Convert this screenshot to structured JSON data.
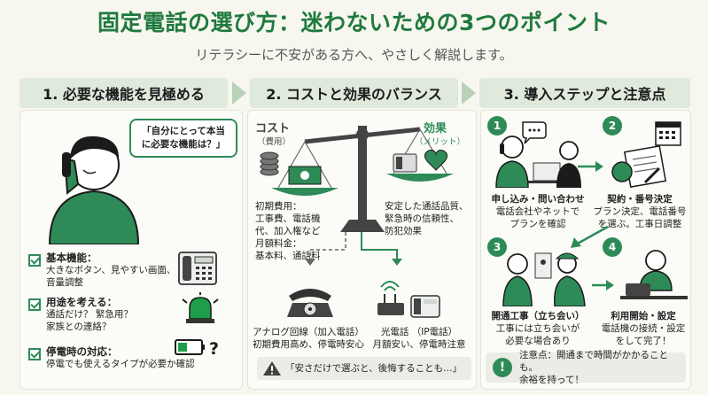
{
  "header": {
    "title": "固定電話の選び方：迷わないための3つのポイント",
    "subtitle": "リテラシーに不安がある方へ、やさしく解説します。"
  },
  "sections": [
    {
      "label": "1. 必要な機能を見極める"
    },
    {
      "label": "2. コストと効果のバランス"
    },
    {
      "label": "3. 導入ステップと注意点"
    }
  ],
  "section1": {
    "bubble_line1": "「自分にとって本当",
    "bubble_line2": "に必要な機能は？」",
    "items": [
      {
        "title": "基本機能：",
        "line1": "大きなボタン、見やすい画面、",
        "line2": "音量調整"
      },
      {
        "title": "用途を考える：",
        "line1": "通話だけ？ 緊急用？",
        "line2": "家族との連絡？"
      },
      {
        "title": "停電時の対応：",
        "line1": "停電でも使えるタイプが必要か確認",
        "line2": ""
      }
    ]
  },
  "section2": {
    "cost_label": "コスト",
    "cost_sub": "（費用）",
    "effect_label": "効果",
    "effect_sub": "（メリット）",
    "cost_lines": [
      "初期費用：",
      "工事費、電話機",
      "代、加入権など",
      "月額料金：",
      "基本料、通話料"
    ],
    "effect_lines": [
      "安定した通話品質、",
      "緊急時の信頼性、",
      "防犯効果"
    ],
    "analog_title": "アナログ回線（加入電話）",
    "analog_desc": "初期費用高め、停電時安心",
    "hikari_title": "光電話 （IP電話）",
    "hikari_desc": "月額安い、停電時注意",
    "warning": "「安さだけで選ぶと、後悔することも…」"
  },
  "section3": {
    "steps": [
      {
        "num": "1",
        "title": "申し込み・問い合わせ",
        "line1": "電話会社やネットで",
        "line2": "プランを確認"
      },
      {
        "num": "2",
        "title": "契約・番号決定",
        "line1": "プラン決定、電話番号",
        "line2": "を選ぶ。工事日調整"
      },
      {
        "num": "3",
        "title": "開通工事（立ち会い）",
        "line1": "工事には立ち会いが",
        "line2": "必要な場合あり"
      },
      {
        "num": "4",
        "title": "利用開始・設定",
        "line1": "電話機の接続・設定",
        "line2": "をして完了！"
      }
    ],
    "note_line1": "注意点：開通まで時間がかかることも。",
    "note_line2": "余裕を持って！"
  },
  "colors": {
    "accent": "#2e8b57",
    "title": "#1f7a3e",
    "header_bg": "#dfe9dc",
    "battery": "#2e8b57",
    "alarm": "#1e9e4a"
  }
}
